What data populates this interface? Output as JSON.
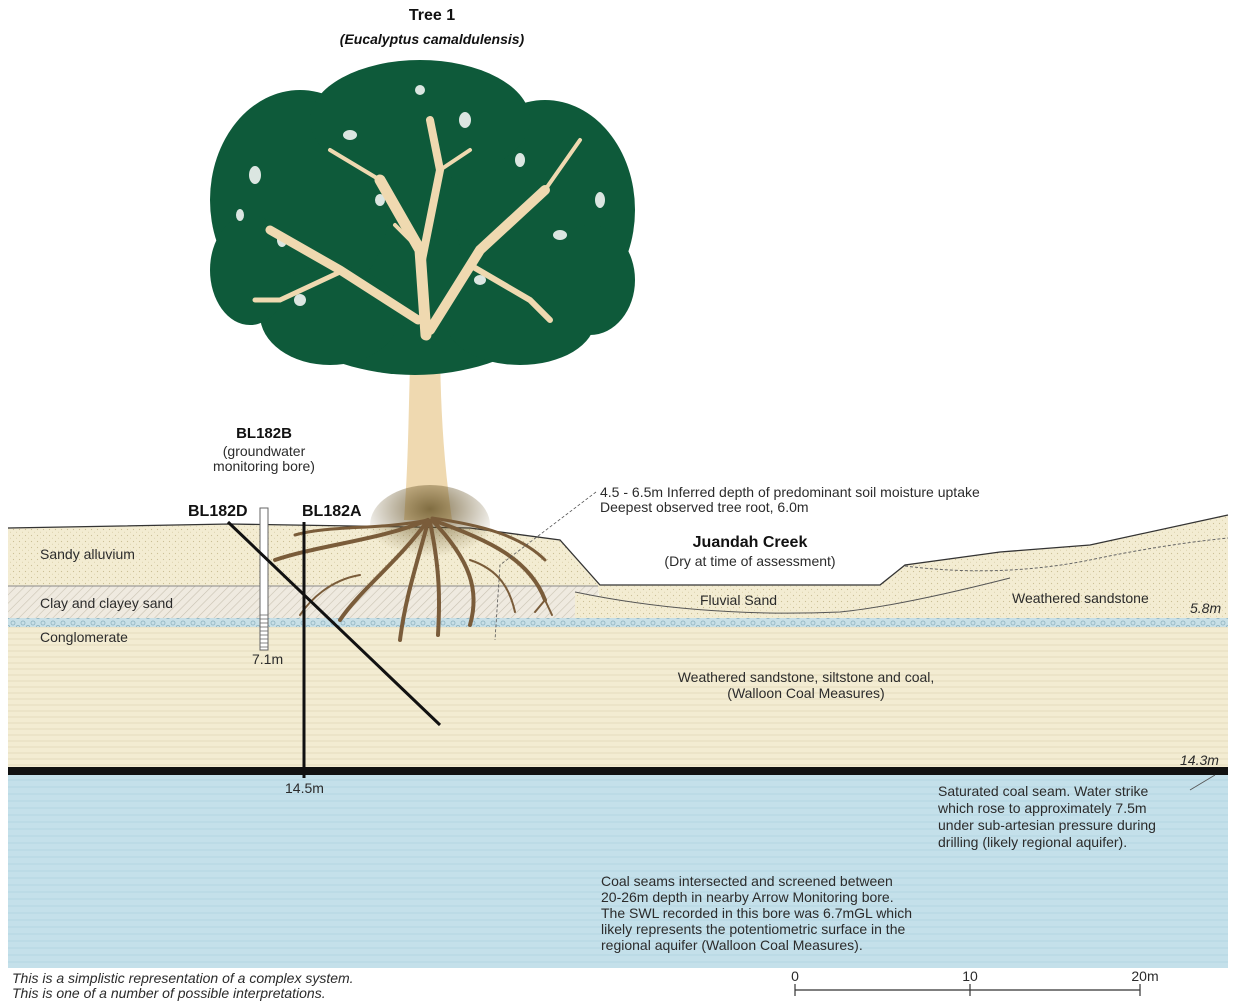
{
  "title": "Tree 1",
  "subtitle": "(Eucalyptus camaldulensis)",
  "bores": {
    "bl182b_name": "BL182B",
    "bl182b_desc1": "(groundwater",
    "bl182b_desc2": "monitoring bore)",
    "bl182d_name": "BL182D",
    "bl182a_name": "BL182A",
    "bl182b_depth": "7.1m",
    "bl182a_depth": "14.5m"
  },
  "root_note": {
    "line1": "4.5 - 6.5m Inferred depth of predominant soil moisture uptake",
    "line2": "Deepest observed tree root, 6.0m"
  },
  "creek": {
    "name": "Juandah Creek",
    "status": "(Dry at time of assessment)"
  },
  "layers": {
    "sandy_alluvium": "Sandy alluvium",
    "clay": "Clay and clayey sand",
    "conglomerate": "Conglomerate",
    "fluvial_sand": "Fluvial Sand",
    "weathered_sandstone": "Weathered sandstone",
    "walloon_line1": "Weathered sandstone, siltstone and coal,",
    "walloon_line2": "(Walloon Coal Measures)"
  },
  "depths": {
    "d58": "5.8m",
    "d143": "14.3m"
  },
  "coal_note": {
    "line1": "Saturated coal seam. Water strike",
    "line2": "which rose to approximately 7.5m",
    "line3": "under sub-artesian pressure during",
    "line4": "drilling (likely regional aquifer)."
  },
  "aquifer_note": {
    "line1": "Coal seams intersected and screened between",
    "line2": "20-26m depth in nearby Arrow Monitoring bore.",
    "line3": "The SWL recorded in this bore was 6.7mGL which",
    "line4": "likely represents the potentiometric surface in the",
    "line5": "regional aquifer (Walloon Coal Measures)."
  },
  "disclaimer": {
    "line1": "This is a simplistic representation of a complex system.",
    "line2": "This is one of a number of possible interpretations."
  },
  "scale": {
    "t0": "0",
    "t10": "10",
    "t20": "20m"
  },
  "colors": {
    "sand": "#f3ecd2",
    "aquifer": "#bfe0ea",
    "foliage": "#0e5a3a",
    "trunk": "#efd9b0",
    "roots": "#7a5c3a"
  }
}
